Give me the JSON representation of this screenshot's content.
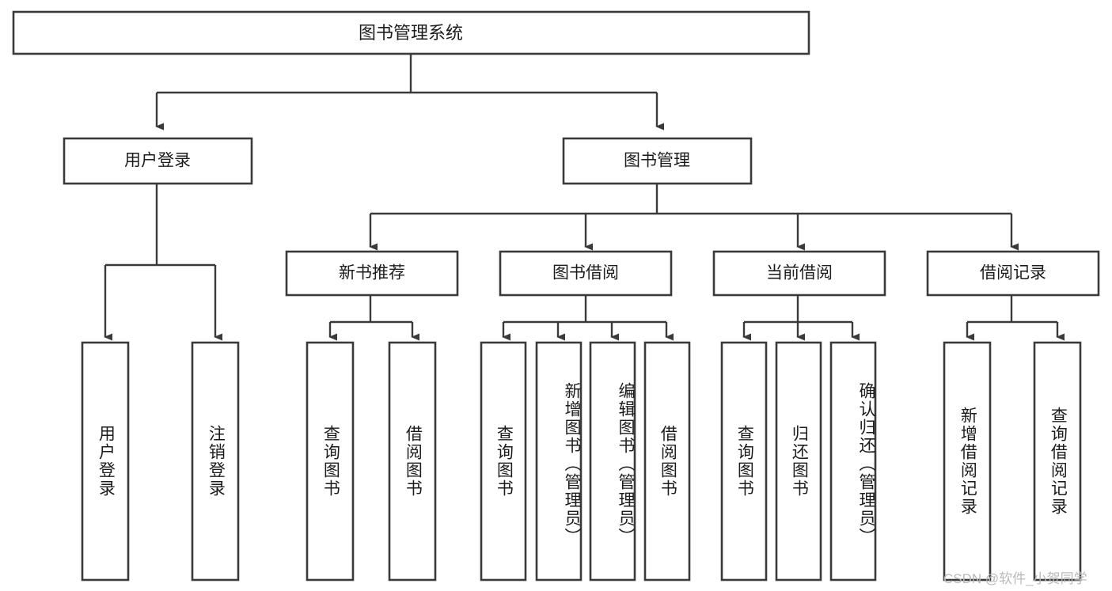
{
  "diagram": {
    "title": "图书管理系统",
    "type": "hierarchy-tree",
    "root": {
      "id": "root",
      "label": "图书管理系统",
      "orientation": "horizontal"
    },
    "level2": [
      {
        "id": "user-login",
        "label": "用户登录",
        "orientation": "horizontal"
      },
      {
        "id": "book-manage",
        "label": "图书管理",
        "orientation": "horizontal"
      }
    ],
    "level3": [
      {
        "id": "new-book-recommend",
        "label": "新书推荐",
        "orientation": "horizontal",
        "parent": "book-manage"
      },
      {
        "id": "book-borrow",
        "label": "图书借阅",
        "orientation": "horizontal",
        "parent": "book-manage"
      },
      {
        "id": "current-borrow",
        "label": "当前借阅",
        "orientation": "horizontal",
        "parent": "book-manage"
      },
      {
        "id": "borrow-record",
        "label": "借阅记录",
        "orientation": "horizontal",
        "parent": "book-manage"
      }
    ],
    "leaves": [
      {
        "id": "leaf-user-login",
        "label": "用户登录",
        "parent": "user-login"
      },
      {
        "id": "leaf-user-logout",
        "label": "注销登录",
        "parent": "user-login"
      },
      {
        "id": "leaf-query-book-1",
        "label": "查询图书",
        "parent": "new-book-recommend"
      },
      {
        "id": "leaf-borrow-book-1",
        "label": "借阅图书",
        "parent": "new-book-recommend"
      },
      {
        "id": "leaf-query-book-2",
        "label": "查询图书",
        "parent": "book-borrow"
      },
      {
        "id": "leaf-add-book",
        "label": "新增图书（管理员）",
        "parent": "book-borrow"
      },
      {
        "id": "leaf-edit-book",
        "label": "编辑图书（管理员）",
        "parent": "book-borrow"
      },
      {
        "id": "leaf-borrow-book-2",
        "label": "借阅图书",
        "parent": "book-borrow"
      },
      {
        "id": "leaf-query-book-3",
        "label": "查询图书",
        "parent": "current-borrow"
      },
      {
        "id": "leaf-return-book",
        "label": "归还图书",
        "parent": "current-borrow"
      },
      {
        "id": "leaf-confirm-return",
        "label": "确认归还（管理员）",
        "parent": "current-borrow"
      },
      {
        "id": "leaf-add-record",
        "label": "新增借阅记录",
        "parent": "borrow-record"
      },
      {
        "id": "leaf-query-record",
        "label": "查询借阅记录",
        "parent": "borrow-record"
      }
    ]
  },
  "watermark": {
    "text": "CSDN @软件_小贺同学"
  },
  "colors": {
    "box_stroke": "#3a3a3a",
    "box_fill": "#ffffff",
    "text": "#1c1c1c",
    "connector": "#3a3a3a",
    "watermark": "#b9b9b9",
    "background": "#ffffff"
  }
}
